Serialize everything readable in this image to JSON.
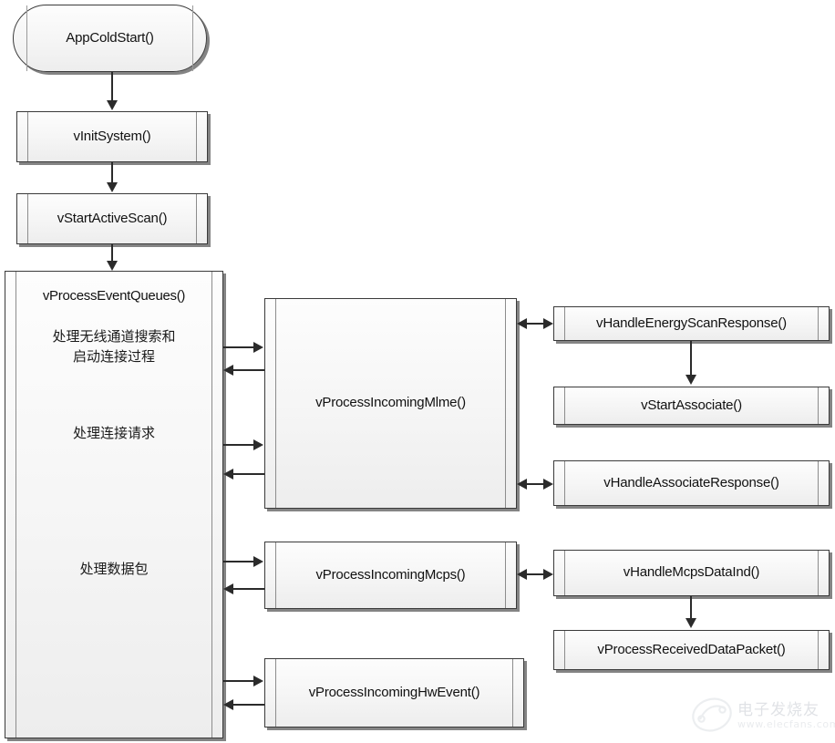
{
  "diagram": {
    "title": "Zigbee application cold start / event queue processing flowchart",
    "watermark": {
      "text": "电子发烧友",
      "url": "www.elecfans.com",
      "icon": "elecfans-logo-icon"
    },
    "colors": {
      "node_border": "#3a3a3a",
      "node_fill": "#f5f5f5",
      "node_shadow": "#6e6e6e",
      "connector": "#2b2b2b",
      "text": "#111111"
    },
    "nodes": [
      {
        "id": "app-cold-start",
        "label": "AppColdStart()",
        "shape": "terminator",
        "column": "left"
      },
      {
        "id": "v-init-system",
        "label": "vInitSystem()",
        "shape": "predefined-process",
        "column": "left"
      },
      {
        "id": "v-start-active-scan",
        "label": "vStartActiveScan()",
        "shape": "predefined-process",
        "column": "left"
      },
      {
        "id": "v-process-event-queues",
        "label": "vProcessEventQueues()",
        "shape": "predefined-process",
        "column": "left"
      },
      {
        "id": "v-process-incoming-mlme",
        "label": "vProcessIncomingMlme()",
        "shape": "predefined-process",
        "column": "middle"
      },
      {
        "id": "v-process-incoming-mcps",
        "label": "vProcessIncomingMcps()",
        "shape": "predefined-process",
        "column": "middle"
      },
      {
        "id": "v-process-incoming-hw-event",
        "label": "vProcessIncomingHwEvent()",
        "shape": "predefined-process",
        "column": "middle"
      },
      {
        "id": "v-handle-energy-scan-response",
        "label": "vHandleEnergyScanResponse()",
        "shape": "predefined-process",
        "column": "right"
      },
      {
        "id": "v-start-associate",
        "label": "vStartAssociate()",
        "shape": "predefined-process",
        "column": "right"
      },
      {
        "id": "v-handle-associate-response",
        "label": "vHandleAssociateResponse()",
        "shape": "predefined-process",
        "column": "right"
      },
      {
        "id": "v-handle-mcps-data-ind",
        "label": "vHandleMcpsDataInd()",
        "shape": "predefined-process",
        "column": "right"
      },
      {
        "id": "v-process-received-data-packet",
        "label": "vProcessReceivedDataPacket()",
        "shape": "predefined-process",
        "column": "right"
      }
    ],
    "event_queue_annotations": [
      {
        "id": "note-scan-and-join",
        "text": "处理无线通道搜索和\n启动连接过程"
      },
      {
        "id": "note-join-request",
        "text": "处理连接请求"
      },
      {
        "id": "note-data-packet",
        "text": "处理数据包"
      }
    ],
    "edges": [
      {
        "from": "app-cold-start",
        "to": "v-init-system",
        "type": "arrow-down"
      },
      {
        "from": "v-init-system",
        "to": "v-start-active-scan",
        "type": "arrow-down"
      },
      {
        "from": "v-start-active-scan",
        "to": "v-process-event-queues",
        "type": "arrow-down"
      },
      {
        "from": "v-process-event-queues",
        "to": "v-process-incoming-mlme",
        "type": "arrow-pair-scan"
      },
      {
        "from": "v-process-event-queues",
        "to": "v-process-incoming-mlme",
        "type": "arrow-pair-join"
      },
      {
        "from": "v-process-event-queues",
        "to": "v-process-incoming-mcps",
        "type": "arrow-pair-data"
      },
      {
        "from": "v-process-event-queues",
        "to": "v-process-incoming-hw-event",
        "type": "arrow-pair-hw"
      },
      {
        "from": "v-process-incoming-mlme",
        "to": "v-handle-energy-scan-response",
        "type": "arrow-bidirectional"
      },
      {
        "from": "v-process-incoming-mlme",
        "to": "v-handle-associate-response",
        "type": "arrow-bidirectional"
      },
      {
        "from": "v-handle-energy-scan-response",
        "to": "v-start-associate",
        "type": "arrow-down"
      },
      {
        "from": "v-process-incoming-mcps",
        "to": "v-handle-mcps-data-ind",
        "type": "arrow-bidirectional"
      },
      {
        "from": "v-handle-mcps-data-ind",
        "to": "v-process-received-data-packet",
        "type": "arrow-down"
      }
    ]
  }
}
